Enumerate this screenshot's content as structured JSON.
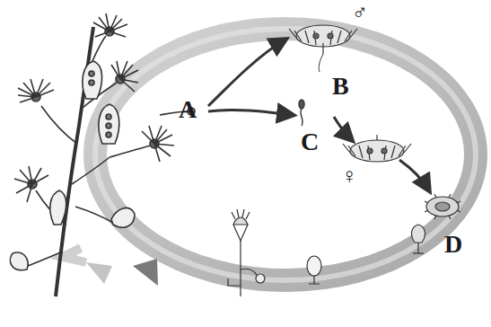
{
  "diagram": {
    "labels": [
      "A",
      "B",
      "C",
      "D",
      "♂",
      "♀"
    ]
  }
}
